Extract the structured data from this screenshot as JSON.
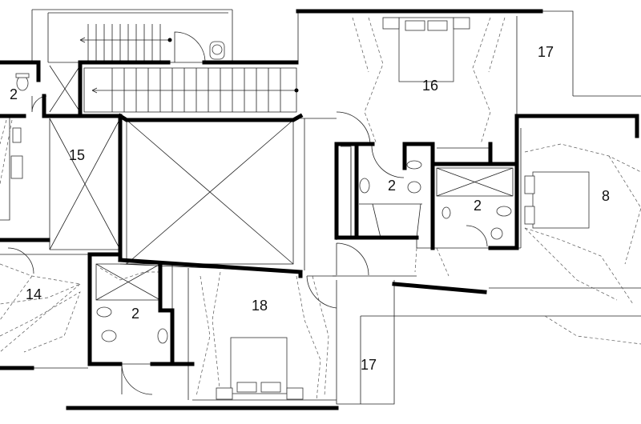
{
  "plan": {
    "rooms": [
      {
        "id": "bath-top-left",
        "label": "2"
      },
      {
        "id": "walk-in-15",
        "label": "15"
      },
      {
        "id": "bedroom-16",
        "label": "16"
      },
      {
        "id": "terrace-17-top",
        "label": "17"
      },
      {
        "id": "bath-center",
        "label": "2"
      },
      {
        "id": "bath-right",
        "label": "2"
      },
      {
        "id": "bedroom-8",
        "label": "8"
      },
      {
        "id": "room-14",
        "label": "14"
      },
      {
        "id": "bath-bottom",
        "label": "2"
      },
      {
        "id": "bedroom-18",
        "label": "18"
      },
      {
        "id": "terrace-17-bottom",
        "label": "17"
      }
    ]
  }
}
